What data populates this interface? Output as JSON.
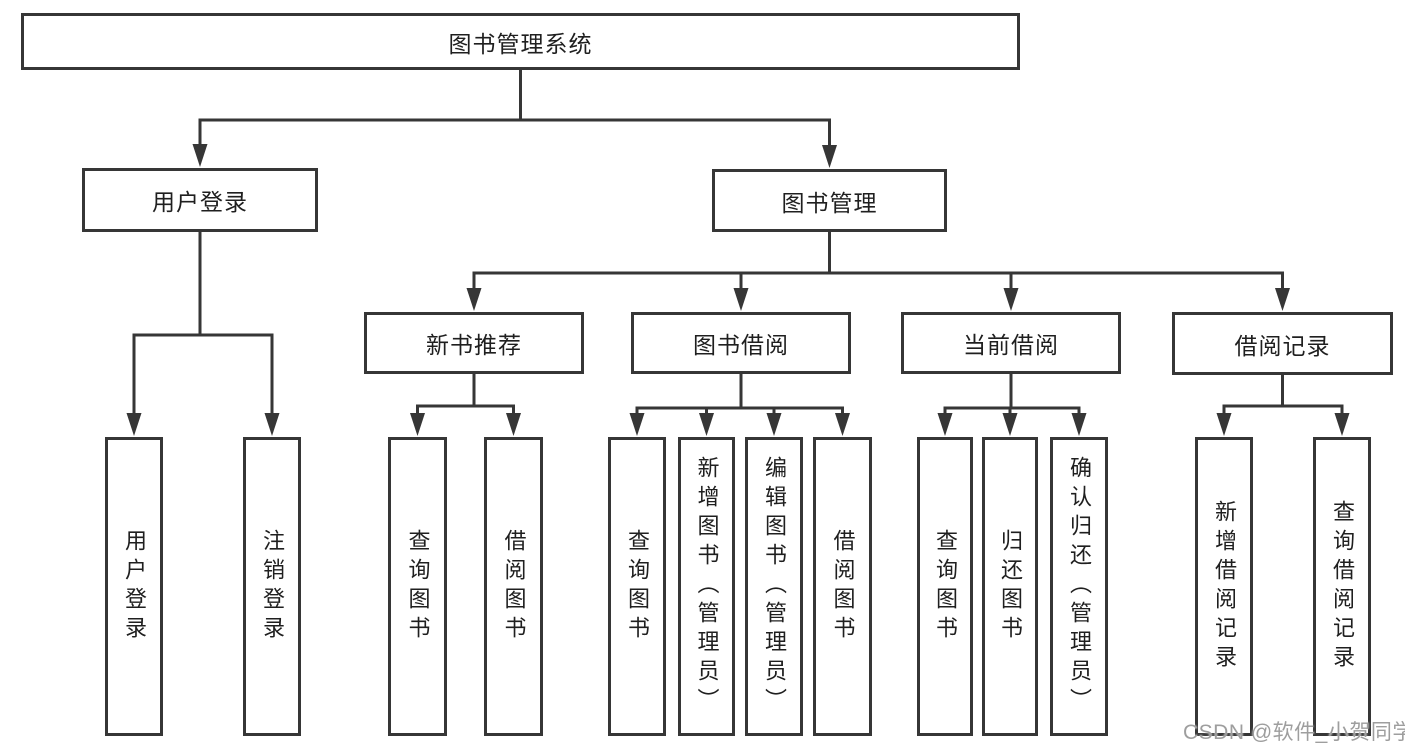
{
  "diagram": {
    "type": "hierarchy-tree",
    "title": "图书管理系统"
  },
  "nodes": [
    {
      "id": "root",
      "label": "图书管理系统",
      "parent": null
    },
    {
      "id": "user-login",
      "label": "用户登录",
      "parent": "root"
    },
    {
      "id": "book-mgmt",
      "label": "图书管理",
      "parent": "root"
    },
    {
      "id": "ul-login",
      "label": "用户登录",
      "parent": "user-login"
    },
    {
      "id": "ul-logout",
      "label": "注销登录",
      "parent": "user-login"
    },
    {
      "id": "new-book-rec",
      "label": "新书推荐",
      "parent": "book-mgmt"
    },
    {
      "id": "book-borrow",
      "label": "图书借阅",
      "parent": "book-mgmt"
    },
    {
      "id": "current-borrow",
      "label": "当前借阅",
      "parent": "book-mgmt"
    },
    {
      "id": "borrow-records",
      "label": "借阅记录",
      "parent": "book-mgmt"
    },
    {
      "id": "nbr-query",
      "label": "查询图书",
      "parent": "new-book-rec"
    },
    {
      "id": "nbr-borrow",
      "label": "借阅图书",
      "parent": "new-book-rec"
    },
    {
      "id": "bb-query",
      "label": "查询图书",
      "parent": "book-borrow"
    },
    {
      "id": "bb-add",
      "label": "新增图书（管理员）",
      "parent": "book-borrow"
    },
    {
      "id": "bb-edit",
      "label": "编辑图书（管理员）",
      "parent": "book-borrow"
    },
    {
      "id": "bb-borrow",
      "label": "借阅图书",
      "parent": "book-borrow"
    },
    {
      "id": "cb-query",
      "label": "查询图书",
      "parent": "current-borrow"
    },
    {
      "id": "cb-return",
      "label": "归还图书",
      "parent": "current-borrow"
    },
    {
      "id": "cb-confirm",
      "label": "确认归还（管理员）",
      "parent": "current-borrow"
    },
    {
      "id": "br-add",
      "label": "新增借阅记录",
      "parent": "borrow-records"
    },
    {
      "id": "br-query",
      "label": "查询借阅记录",
      "parent": "borrow-records"
    }
  ],
  "watermark": {
    "text": "CSDN @软件_小贺同学"
  },
  "colors": {
    "line": "#363636",
    "text": "#1f1f1f",
    "box_background": "#ffffff",
    "page_background": "#ffffff",
    "watermark": "#9e9e9e"
  }
}
